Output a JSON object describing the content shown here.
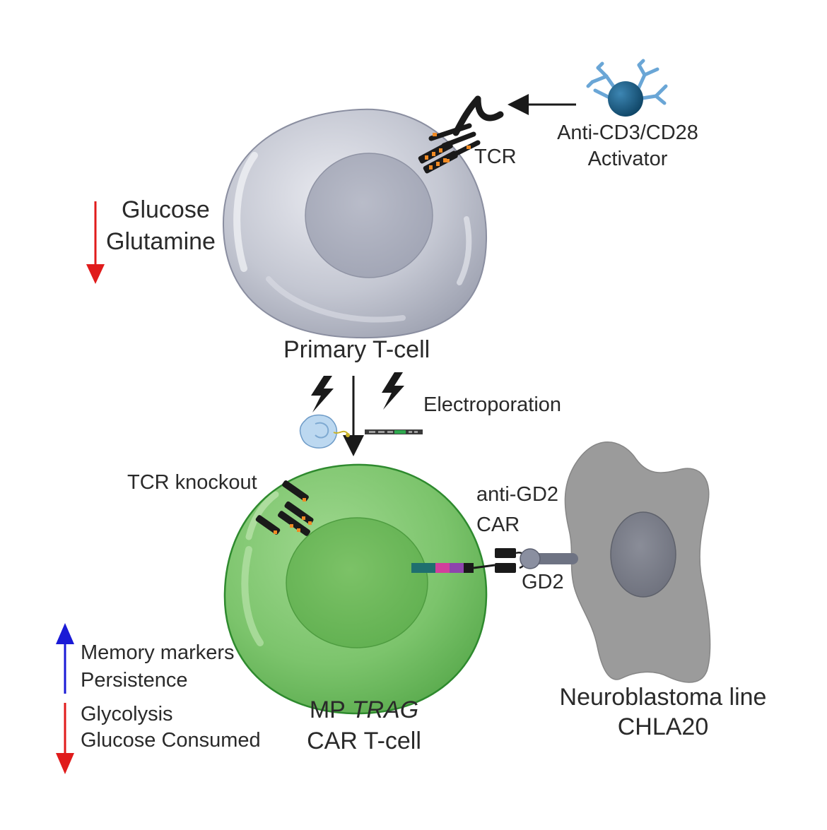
{
  "activator": {
    "line1": "Anti-CD3/CD28",
    "line2": "Activator"
  },
  "tcr_label": "TCR",
  "metabolism_down": {
    "line1": "Glucose",
    "line2": "Glutamine"
  },
  "primary_cell_label": "Primary T-cell",
  "electroporation_label": "Electroporation",
  "tcr_knockout_label": "TCR knockout",
  "car": {
    "line1": "anti-GD2",
    "line2": "CAR"
  },
  "gd2_label": "GD2",
  "car_cell": {
    "prefix": "MP ",
    "italic": "TRAG",
    "line2": "CAR T-cell"
  },
  "neuroblastoma": {
    "line1": "Neuroblastoma line",
    "line2": "CHLA20"
  },
  "up_markers": {
    "line1": "Memory markers",
    "line2": "Persistence"
  },
  "down_markers": {
    "line1": "Glycolysis",
    "line2": "Glucose Consumed"
  },
  "colors": {
    "arrow_up": "#1a1ad6",
    "arrow_down": "#e01b1b",
    "primary_cell": "#c4c7d2",
    "car_cell": "#7cc46c",
    "tumor_cell": "#9b9b9b",
    "activator_bead": "#15587f",
    "car_domains": [
      "#1f6f6f",
      "#d23f9c",
      "#8e44ad"
    ]
  }
}
